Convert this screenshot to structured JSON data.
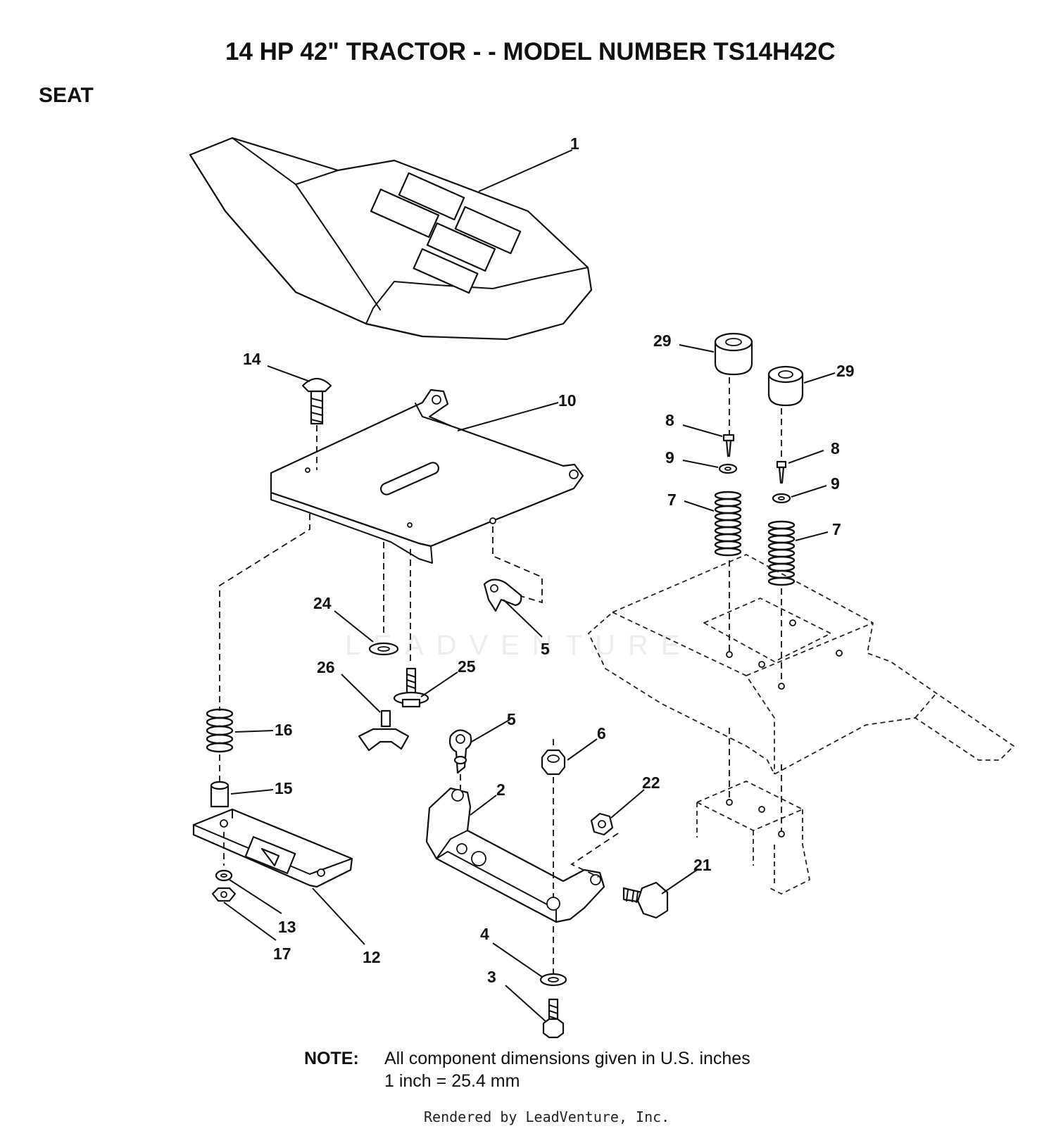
{
  "title": "14 HP 42\" TRACTOR - - MODEL NUMBER TS14H42C",
  "section": "SEAT",
  "watermark": "LEADVENTURE",
  "callouts": {
    "c1": "1",
    "c2": "2",
    "c3": "3",
    "c4": "4",
    "c5a": "5",
    "c5b": "5",
    "c6": "6",
    "c7a": "7",
    "c7b": "7",
    "c8a": "8",
    "c8b": "8",
    "c9a": "9",
    "c9b": "9",
    "c10": "10",
    "c12": "12",
    "c13": "13",
    "c14": "14",
    "c15": "15",
    "c16": "16",
    "c17": "17",
    "c21": "21",
    "c22": "22",
    "c24": "24",
    "c25": "25",
    "c26": "26",
    "c29a": "29",
    "c29b": "29"
  },
  "note": {
    "label": "NOTE:",
    "line1": "All component dimensions given in U.S. inches",
    "line2": "1 inch = 25.4 mm"
  },
  "footer": "Rendered by LeadVenture, Inc."
}
